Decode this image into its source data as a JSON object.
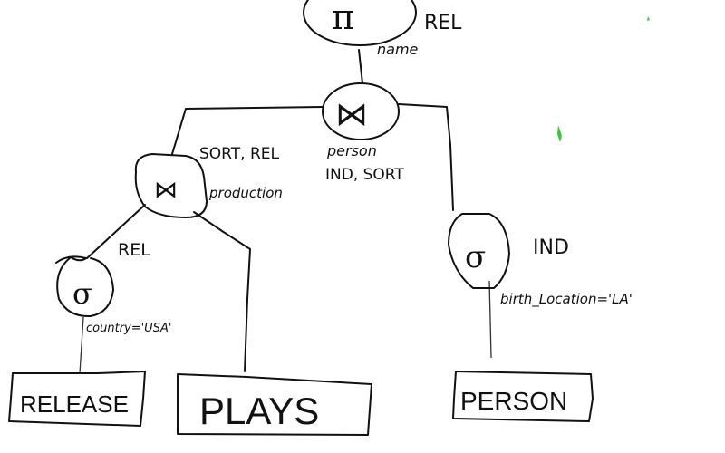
{
  "diagram": {
    "root": {
      "symbol": "π",
      "annotation": "REL",
      "attribute": "name"
    },
    "top_join": {
      "symbol": "⋈",
      "condition": "person",
      "annotation": "IND, SORT"
    },
    "left_join": {
      "symbol": "⋈",
      "annotation": "SORT, REL",
      "condition": "production"
    },
    "left_select": {
      "symbol": "σ",
      "annotation": "REL",
      "condition": "country='USA'"
    },
    "right_select": {
      "symbol": "σ",
      "annotation": "IND",
      "condition": "birth_Location='LA'"
    },
    "relations": [
      "RELEASE",
      "PLAYS",
      "PERSON"
    ]
  },
  "colors": {
    "ink": "#111111",
    "marker": "#33cc33"
  }
}
